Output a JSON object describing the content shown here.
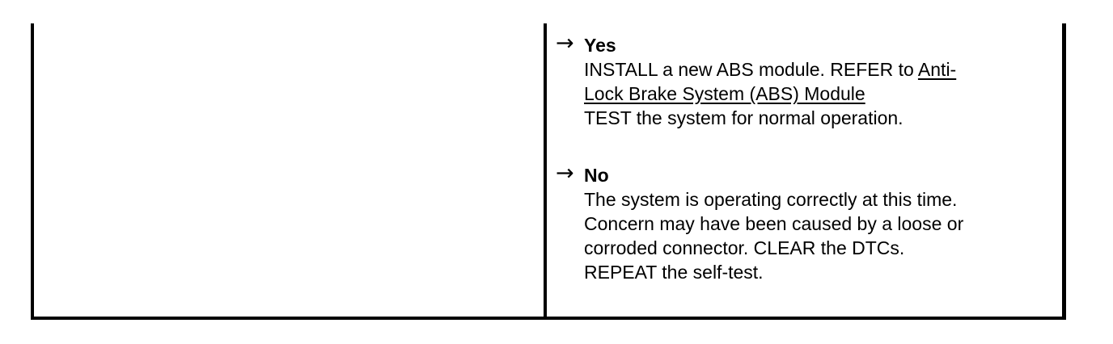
{
  "document": {
    "type": "service-procedure-decision-step",
    "left_cell": {
      "content": ""
    },
    "branches": [
      {
        "arrow": "→",
        "arrow_icon_name": "rightwards-arrow-icon",
        "label": "Yes",
        "lines": [
          {
            "segments": [
              {
                "text": "INSTALL a new ABS module. REFER to ",
                "link": false
              },
              {
                "text": "Anti-",
                "link": true
              }
            ]
          },
          {
            "segments": [
              {
                "text": "Lock Brake System (ABS) Module",
                "link": true
              }
            ]
          },
          {
            "segments": [
              {
                "text": "TEST the system for normal operation.",
                "link": false
              }
            ]
          }
        ],
        "link_text": "Anti-Lock Brake System (ABS) Module"
      },
      {
        "arrow": "→",
        "arrow_icon_name": "rightwards-arrow-icon",
        "label": "No",
        "lines": [
          {
            "segments": [
              {
                "text": "The system is operating correctly at this time.",
                "link": false
              }
            ]
          },
          {
            "segments": [
              {
                "text": "Concern may have been caused by a loose or",
                "link": false
              }
            ]
          },
          {
            "segments": [
              {
                "text": "corroded connector. CLEAR the DTCs.",
                "link": false
              }
            ]
          },
          {
            "segments": [
              {
                "text": "REPEAT the self-test.",
                "link": false
              }
            ]
          }
        ],
        "link_text": ""
      }
    ]
  },
  "colors": {
    "background": "#ffffff",
    "text": "#000000",
    "border": "#000000"
  }
}
